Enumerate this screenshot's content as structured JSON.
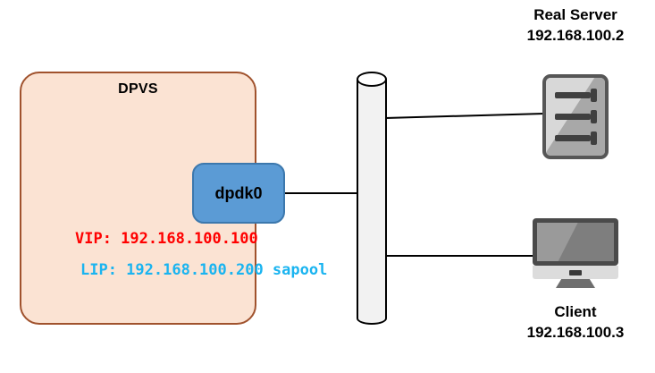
{
  "diagram": {
    "title": "DPVS FullNAT network topology",
    "background_color": "#ffffff",
    "dpvs_panel": {
      "label": "DPVS",
      "fill_color": "#fbe3d3",
      "border_color": "#a0522d",
      "addresses": [
        {
          "name": "vip",
          "text": "VIP: 192.168.100.100",
          "color": "#ff0000"
        },
        {
          "name": "lip",
          "text": "LIP: 192.168.100.200 sapool",
          "color": "#1ab4f0"
        }
      ]
    },
    "interface": {
      "label": "dpdk0",
      "fill_color": "#5b9bd5",
      "border_color": "#3c78ad"
    },
    "network_bus": {
      "name": "network-cylinder",
      "fill_color": "#f2f2f2",
      "border_color": "#000000"
    },
    "nodes": [
      {
        "name": "real-server",
        "icon": "server-icon",
        "caption_line1": "Real Server",
        "caption_line2": "192.168.100.2",
        "caption": "Real Server\n192.168.100.2"
      },
      {
        "name": "client",
        "icon": "monitor-icon",
        "caption_line1": "Client",
        "caption_line2": "192.168.100.3",
        "caption": "Client\n192.168.100.3"
      }
    ],
    "links": [
      {
        "name": "link-dpdk0-to-bus",
        "from": "dpdk0",
        "to": "network-cylinder"
      },
      {
        "name": "link-bus-to-real-server",
        "from": "network-cylinder",
        "to": "real-server"
      },
      {
        "name": "link-bus-to-client",
        "from": "network-cylinder",
        "to": "client"
      }
    ]
  }
}
